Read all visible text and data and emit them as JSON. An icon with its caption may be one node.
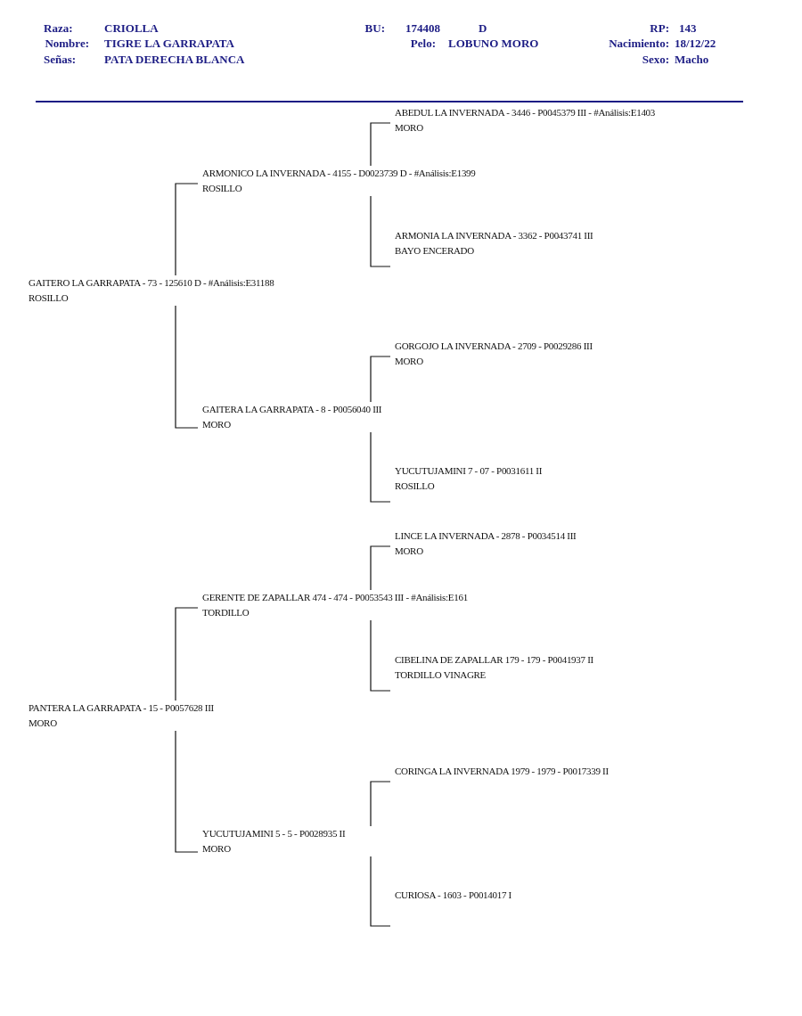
{
  "diagram": {
    "nodes": [
      {
        "text": [
          "ABEDUL LA INVERNADA - 3446 - P0045379 III - #Análisis:E1403",
          "MORO"
        ]
      },
      {
        "text": [
          "ARMONICO LA INVERNADA - 4155 - D0023739 D - #Análisis:E1399",
          "ROSILLO"
        ]
      },
      {
        "text": [
          "ARMONIA LA INVERNADA - 3362 - P0043741 III",
          "BAYO ENCERADO"
        ]
      },
      {
        "text": [
          "GAITERO LA GARRAPATA - 73 - 125610 D - #Análisis:E31188",
          "ROSILLO"
        ]
      },
      {
        "text": [
          "GORGOJO LA INVERNADA - 2709 - P0029286 III",
          "MORO"
        ]
      },
      {
        "text": [
          "GAITERA LA GARRAPATA - 8 - P0056040 III",
          "MORO"
        ]
      },
      {
        "text": [
          "YUCUTUJAMINI 7 - 07 - P0031611 II",
          "ROSILLO"
        ]
      },
      {
        "text": [
          "LINCE LA INVERNADA - 2878 - P0034514 III",
          "MORO"
        ]
      },
      {
        "text": [
          "GERENTE DE ZAPALLAR 474 - 474 - P0053543 III - #Análisis:E161",
          "TORDILLO"
        ]
      },
      {
        "text": [
          "CIBELINA DE ZAPALLAR 179 - 179 - P0041937 II",
          "TORDILLO VINAGRE"
        ]
      },
      {
        "text": [
          "PANTERA LA GARRAPATA - 15 - P0057628 III",
          "MORO"
        ]
      },
      {
        "text": [
          "CORINGA LA INVERNADA 1979 - 1979 - P0017339 II"
        ]
      },
      {
        "text": [
          "YUCUTUJAMINI 5 - 5 - P0028935 II",
          "MORO"
        ]
      },
      {
        "text": [
          "CURIOSA - 1603 - P0014017 I"
        ]
      }
    ],
    "edges": [
      {
        "from": 3,
        "to": 1,
        "arrow": "none"
      },
      {
        "from": 3,
        "to": 5,
        "arrow": "none"
      },
      {
        "from": 1,
        "to": 0,
        "arrow": "none"
      },
      {
        "from": 1,
        "to": 2,
        "arrow": "none"
      },
      {
        "from": 5,
        "to": 4,
        "arrow": "none"
      },
      {
        "from": 5,
        "to": 6,
        "arrow": "none"
      },
      {
        "from": 10,
        "to": 8,
        "arrow": "none"
      },
      {
        "from": 10,
        "to": 12,
        "arrow": "none"
      },
      {
        "from": 8,
        "to": 7,
        "arrow": "none"
      },
      {
        "from": 8,
        "to": 9,
        "arrow": "none"
      },
      {
        "from": 12,
        "to": 11,
        "arrow": "none"
      },
      {
        "from": 12,
        "to": 13,
        "arrow": "none"
      }
    ],
    "labels": [
      "Raza:",
      "CRIOLLA",
      "BU:",
      "174408",
      "D",
      "RP:",
      "143",
      "Nombre:",
      "TIGRE LA GARRAPATA",
      "Pelo:",
      "LOBUNO MORO",
      "Nacimiento:",
      "18/12/22",
      "Señas:",
      "PATA DERECHA BLANCA",
      "Sexo:",
      "Macho"
    ]
  }
}
